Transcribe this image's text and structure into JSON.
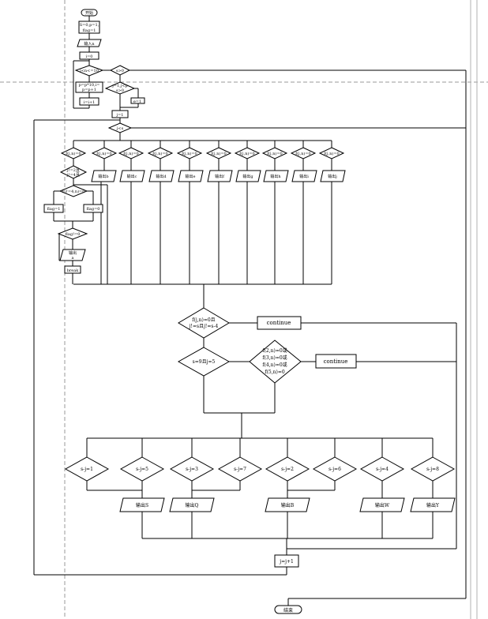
{
  "nodes": {
    "start": "开始",
    "init": [
      "S=0,p=1,",
      "flag=1"
    ],
    "input_n": "输入n",
    "i_zero": "i=0",
    "loop_cond": "i<n<=10",
    "proc": [
      "p=p*10,i=",
      "p=p+1"
    ],
    "inc_i": "i=i+1",
    "s_cond": "s>0",
    "nested_cond": [
      "j=1,j<p",
      "s>0"
    ],
    "e_assign": "e=1",
    "j_assign": "j=1",
    "j_cond": "j<s",
    "checks": [
      "f(j,n)=0",
      "f(j,n)=0",
      "f(j,n)=0",
      "f(j,n)=0",
      "f(j,n)=0",
      "f(j,n)=0",
      "f(j,n)=0",
      "f(j,n)=0",
      "f(j,n)=0",
      "f(j,n)=0"
    ],
    "sub_cond": [
      "j!=2且",
      "j!=4且"
    ],
    "outputs": [
      "输出b",
      "输出c",
      "输出d",
      "输出e",
      "输出f",
      "输出g",
      "输出h",
      "输出i",
      "输出j"
    ],
    "fj_cond": "f(j!=4,n)=0",
    "flag_one": "flag=1",
    "flag_zero": "flag=0",
    "flag_cond": "flag!=0",
    "output_a": [
      "输出",
      "a"
    ],
    "break": "break",
    "cond_big": [
      "f(j,n)=0且",
      "j!=s且j!=s-4"
    ],
    "continue1": "continue",
    "cond_s9": "s=9且j=5",
    "cond_f": [
      "f(2,n)=0或",
      "f(3,n)=0或",
      "f(4,n)=0或",
      "f(5,n)=0"
    ],
    "continue2": "continue",
    "case_conds": [
      "s-j=1",
      "s-j=5",
      "s-j=3",
      "s-j=7",
      "s-j=2",
      "s-j=6",
      "s-j=4",
      "s-j=8"
    ],
    "case_outputs": [
      "输出S",
      "输出Q",
      "输出B",
      "输出W",
      "输出Y"
    ],
    "inc_j": "j=j+1",
    "end": "结束"
  }
}
